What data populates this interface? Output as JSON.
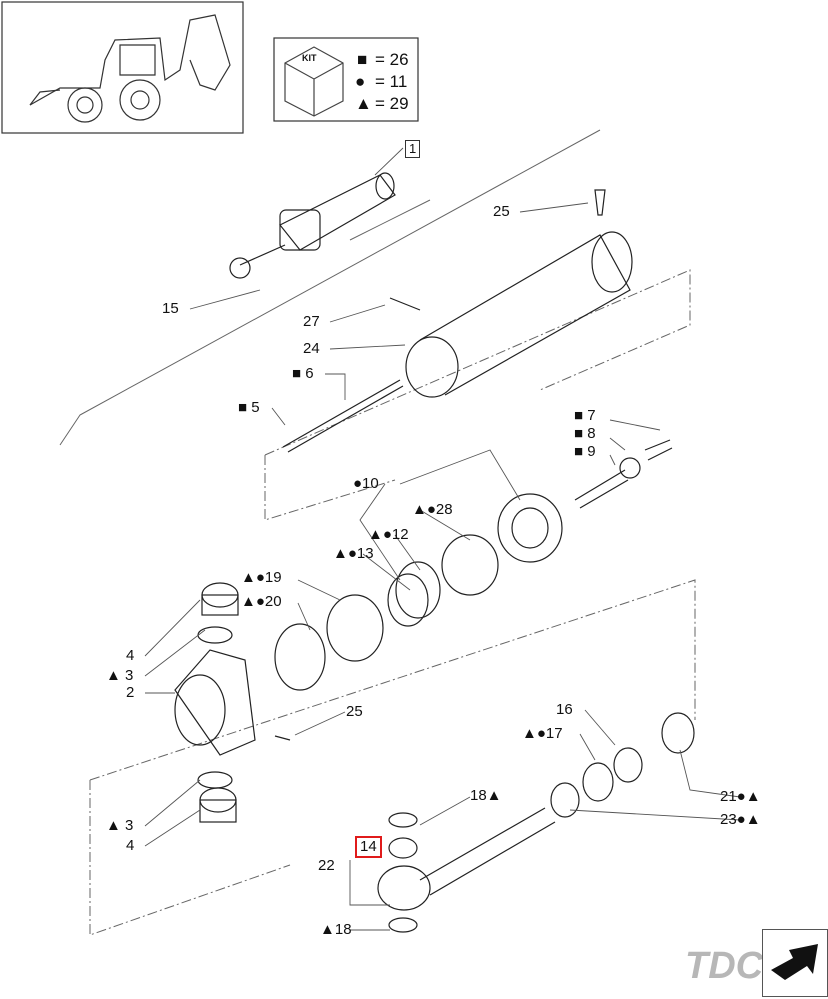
{
  "kit_legend": {
    "cube_label": "KIT",
    "rows": [
      {
        "symbol": "■",
        "text": "= 26"
      },
      {
        "symbol": "●",
        "text": "= 11"
      },
      {
        "symbol": "▲",
        "text": "= 29"
      }
    ]
  },
  "callouts": [
    "1",
    "25",
    "15",
    "27",
    "24",
    "■ 6",
    "■ 5",
    "■ 7",
    "■ 8",
    "■ 9",
    "●10",
    "▲●28",
    "▲●12",
    "▲●13",
    "▲●19",
    "▲●20",
    "4",
    "▲ 3",
    "2",
    "25",
    "16",
    "▲●17",
    "21●▲",
    "18▲",
    "23●▲",
    "▲ 3",
    "4",
    "14",
    "22",
    "▲18"
  ],
  "watermark": "TDC",
  "colors": {
    "highlight": "#e01b1b"
  }
}
